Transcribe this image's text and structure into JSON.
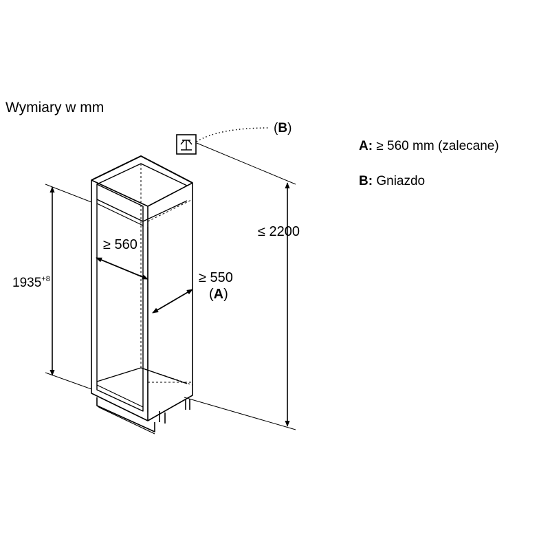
{
  "title": "Wymiary w mm",
  "legend": {
    "a_key": "A:",
    "a_text": "≥ 560 mm (zalecane)",
    "b_key": "B:",
    "b_text": "Gniazdo"
  },
  "labels": {
    "socket_open": "(",
    "socket_letter": "B",
    "socket_close": ")",
    "total_height": "≤ 2200",
    "niche_height_value": "1935",
    "niche_height_tolerance": "+8",
    "niche_width": "≥ 560",
    "niche_depth": "≥ 550",
    "depth_note_open": "(",
    "depth_note_letter": "A",
    "depth_note_close": ")"
  },
  "icons": {
    "socket": "power-socket-icon"
  }
}
